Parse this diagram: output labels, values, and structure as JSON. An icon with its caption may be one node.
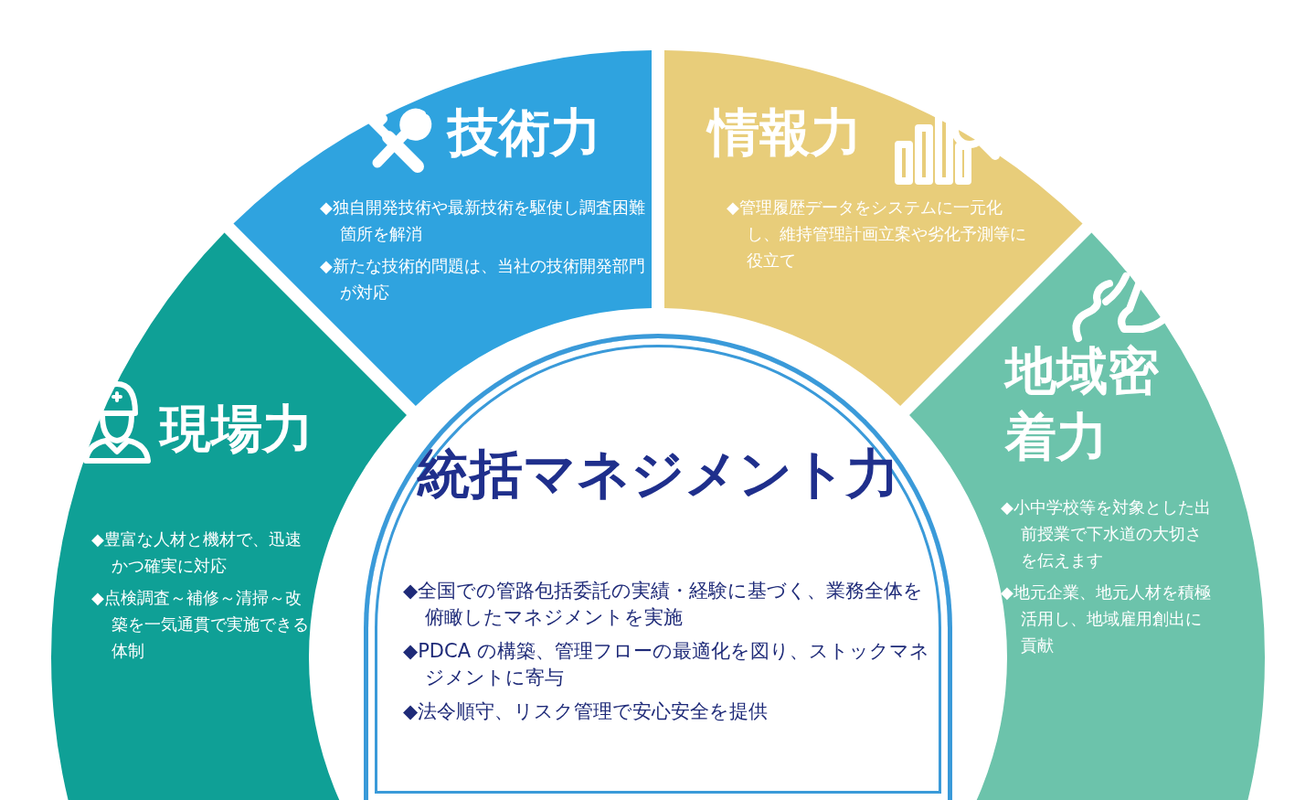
{
  "diagram": {
    "nodes": [
      {
        "text": [
          "技術力",
          "◆独自開発技術や最新技術を駆使し調査困難箇所を解消",
          "◆新たな技術的問題は、当社の技術開発部門が対応"
        ]
      },
      {
        "text": [
          "情報力",
          "◆管理履歴データをシステムに一元化し、維持管理計画立案や劣化予測等に役立て"
        ]
      },
      {
        "text": [
          "現場力",
          "◆豊富な人材と機材で、迅速かつ確実に対応",
          "◆点検調査～補修～清掃～改築を一気通貫で実施できる体制"
        ]
      },
      {
        "text": [
          "地域密着力",
          "◆小中学校等を対象とした出前授業で下水道の大切さを伝えます",
          "◆地元企業、地元人材を積極活用し、地域雇用創出に貢献"
        ]
      },
      {
        "text": [
          "統括マネジメント力",
          "◆全国での管路包括委託の実績・経験に基づく、業務全体を俯瞰したマネジメントを実施",
          "◆PDCA の構築、管理フローの最適化を図り、ストックマネジメントに寄与",
          "◆法令順守、リスク管理で安心安全を提供"
        ]
      }
    ]
  }
}
